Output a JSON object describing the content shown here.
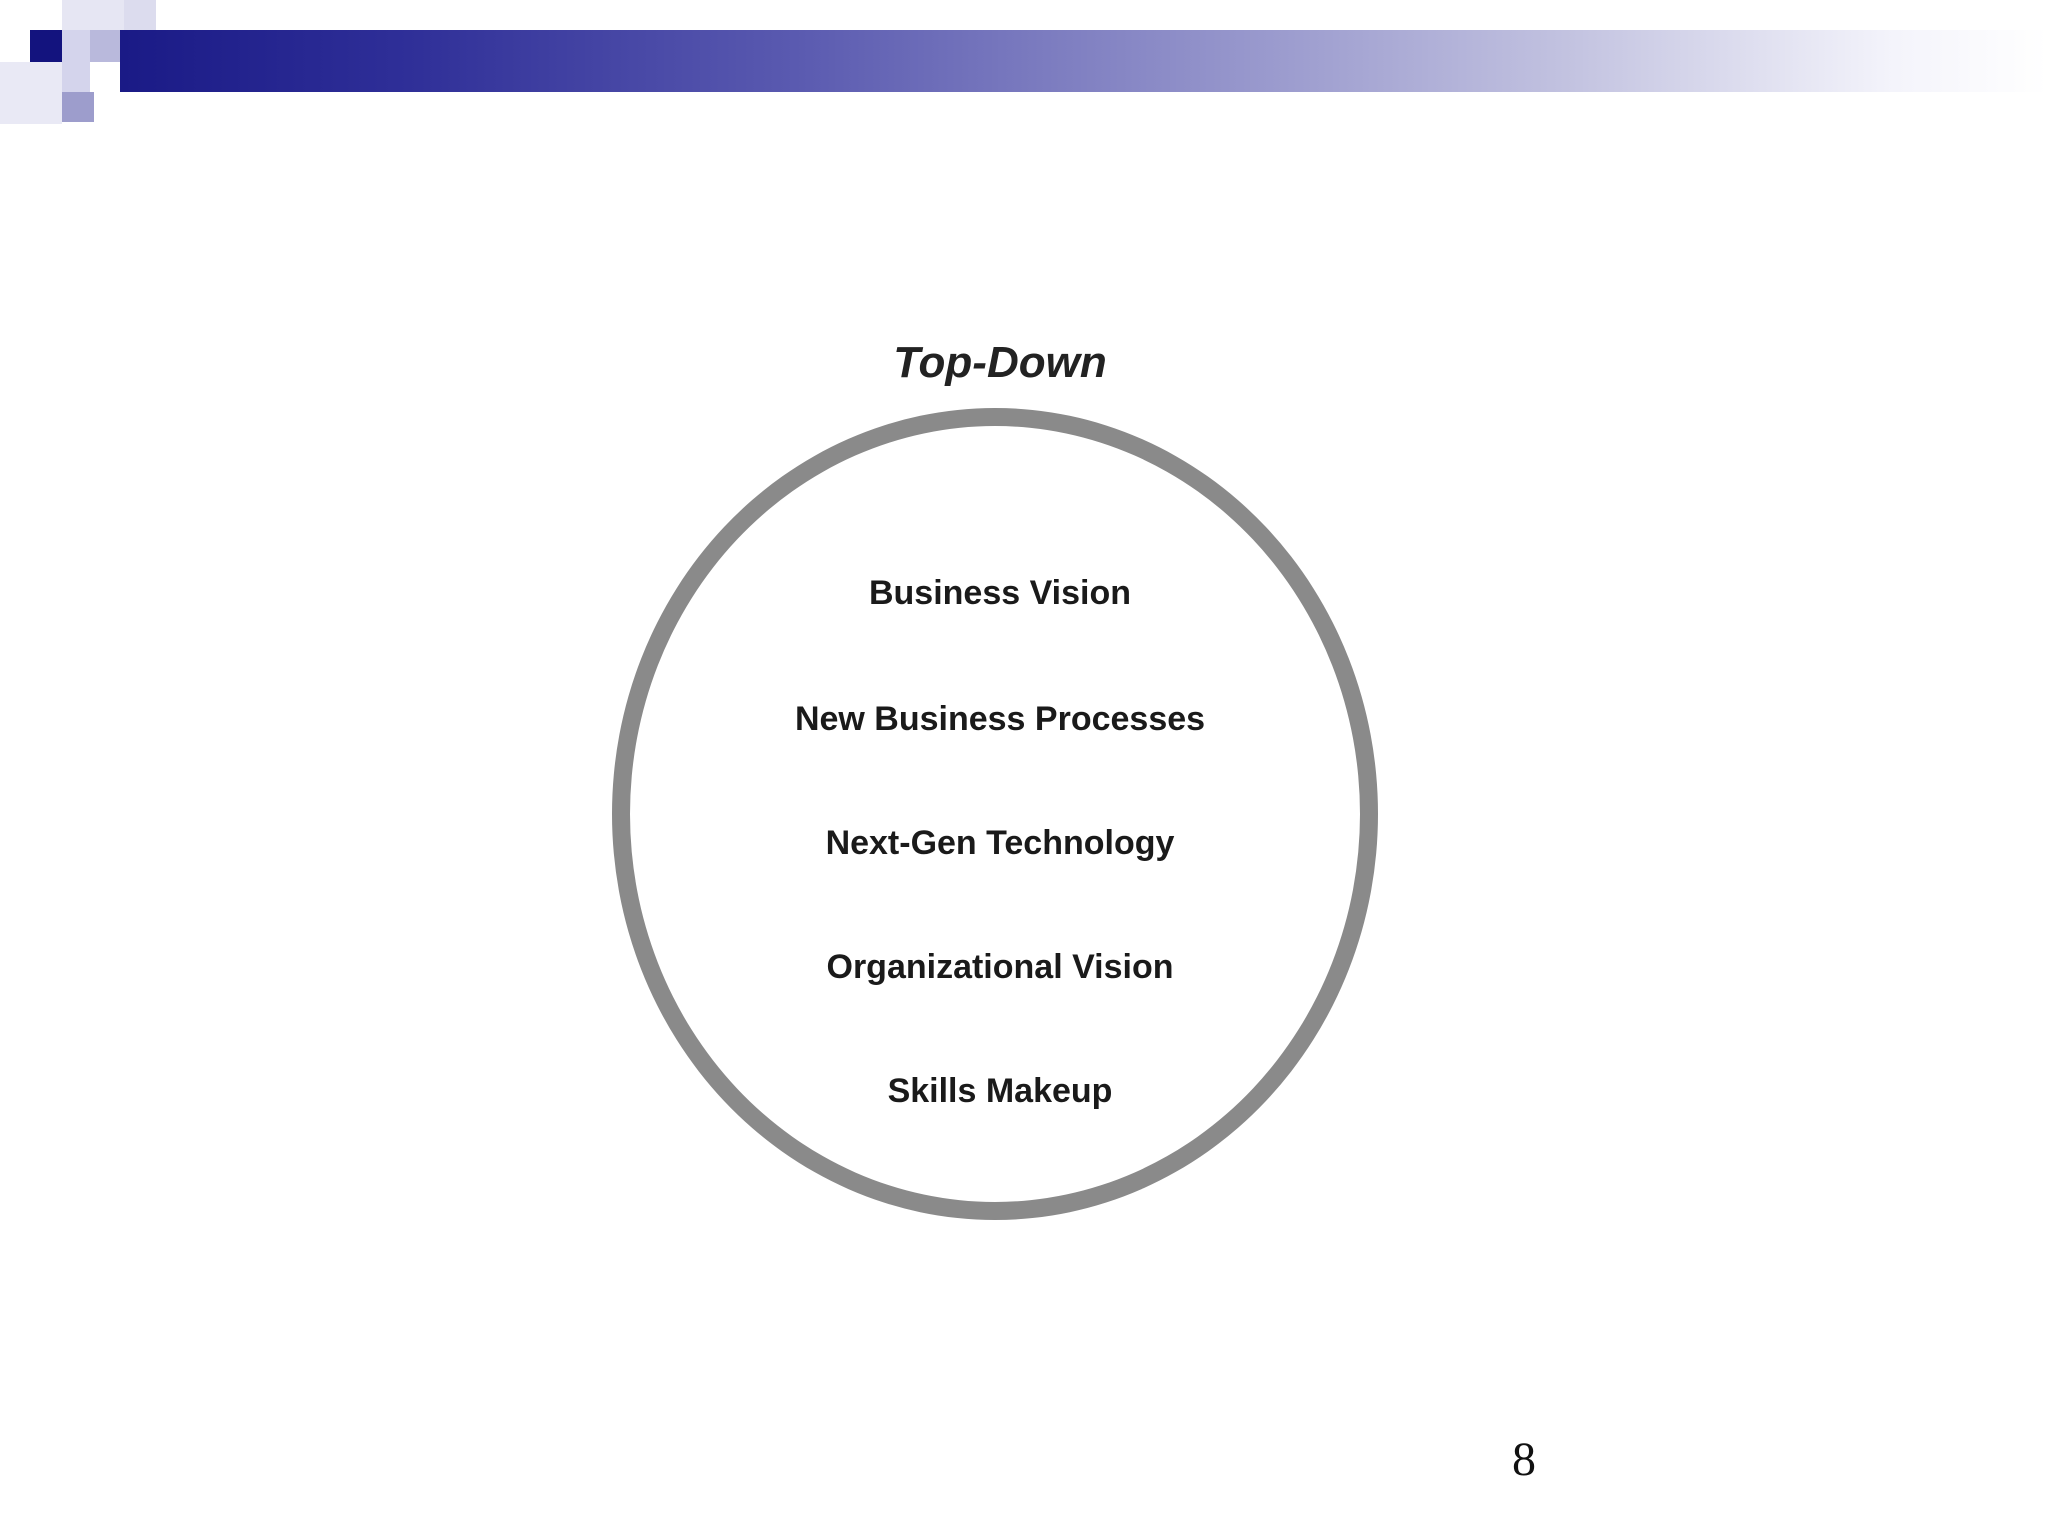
{
  "slide": {
    "header_accent_color": "#1a1a86",
    "diagram": {
      "title": "Top-Down",
      "ring_color": "#8a8a8a",
      "items": [
        "Business Vision",
        "New Business Processes",
        "Next-Gen Technology",
        "Organizational Vision",
        "Skills Makeup"
      ]
    },
    "page_number": "8"
  }
}
